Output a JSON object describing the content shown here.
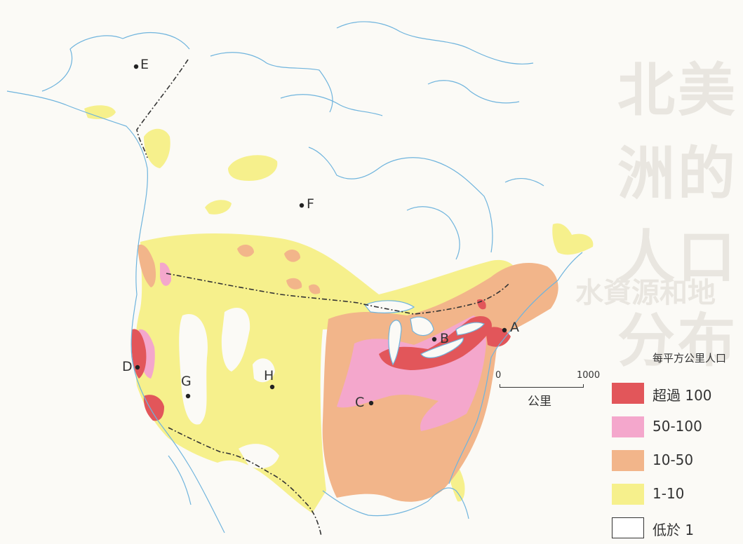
{
  "watermark": {
    "title": "北美洲的人口分布",
    "subtitle": "水資源和地"
  },
  "legend": {
    "title": "每平方公里人口",
    "items": [
      {
        "label": "超過 100",
        "color": "#e2565a"
      },
      {
        "label": "50-100",
        "color": "#f4a7cc"
      },
      {
        "label": "10-50",
        "color": "#f2b58a"
      },
      {
        "label": "1-10",
        "color": "#f6f08c"
      },
      {
        "label": "低於 1",
        "color": "#ffffff"
      }
    ]
  },
  "scale": {
    "min": "0",
    "max": "1000",
    "unit": "公里"
  },
  "points": [
    {
      "label": "A"
    },
    {
      "label": "B"
    },
    {
      "label": "C"
    },
    {
      "label": "D"
    },
    {
      "label": "E"
    },
    {
      "label": "F"
    },
    {
      "label": "G"
    },
    {
      "label": "H"
    }
  ],
  "colors": {
    "coastline": "#6fb4dd",
    "border": "#333333",
    "background": "#fbfaf6"
  }
}
